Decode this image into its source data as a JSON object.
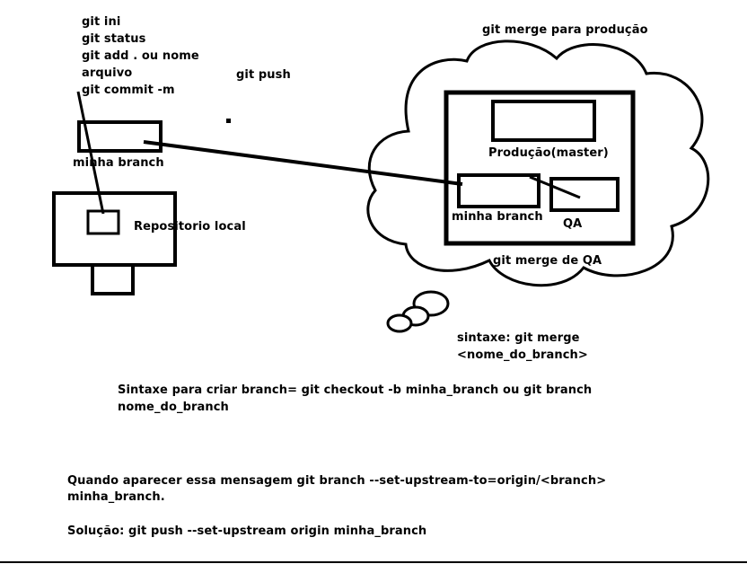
{
  "commands": [
    "git ini",
    "git status",
    "git add . ou nome",
    "arquivo",
    "git commit -m"
  ],
  "labels": {
    "git_push": "git push",
    "local_branch": "minha branch",
    "local_repo": "Repositorio local",
    "merge_production": "git merge para produção",
    "production": "Produção(master)",
    "remote_branch": "minha branch",
    "qa": "QA",
    "merge_qa": "git merge de QA"
  },
  "syntax": {
    "merge_line1": "sintaxe:  git merge",
    "merge_line2": "<nome_do_branch>",
    "create_branch_line1": "Sintaxe para criar branch=   git checkout -b minha_branch ou git branch",
    "create_branch_line2": "nome_do_branch"
  },
  "notes": {
    "message_line1": "Quando aparecer essa mensagem git branch --set-upstream-to=origin/<branch>",
    "message_line2": "minha_branch.",
    "solution": "Solução:  git push --set-upstream origin minha_branch"
  }
}
